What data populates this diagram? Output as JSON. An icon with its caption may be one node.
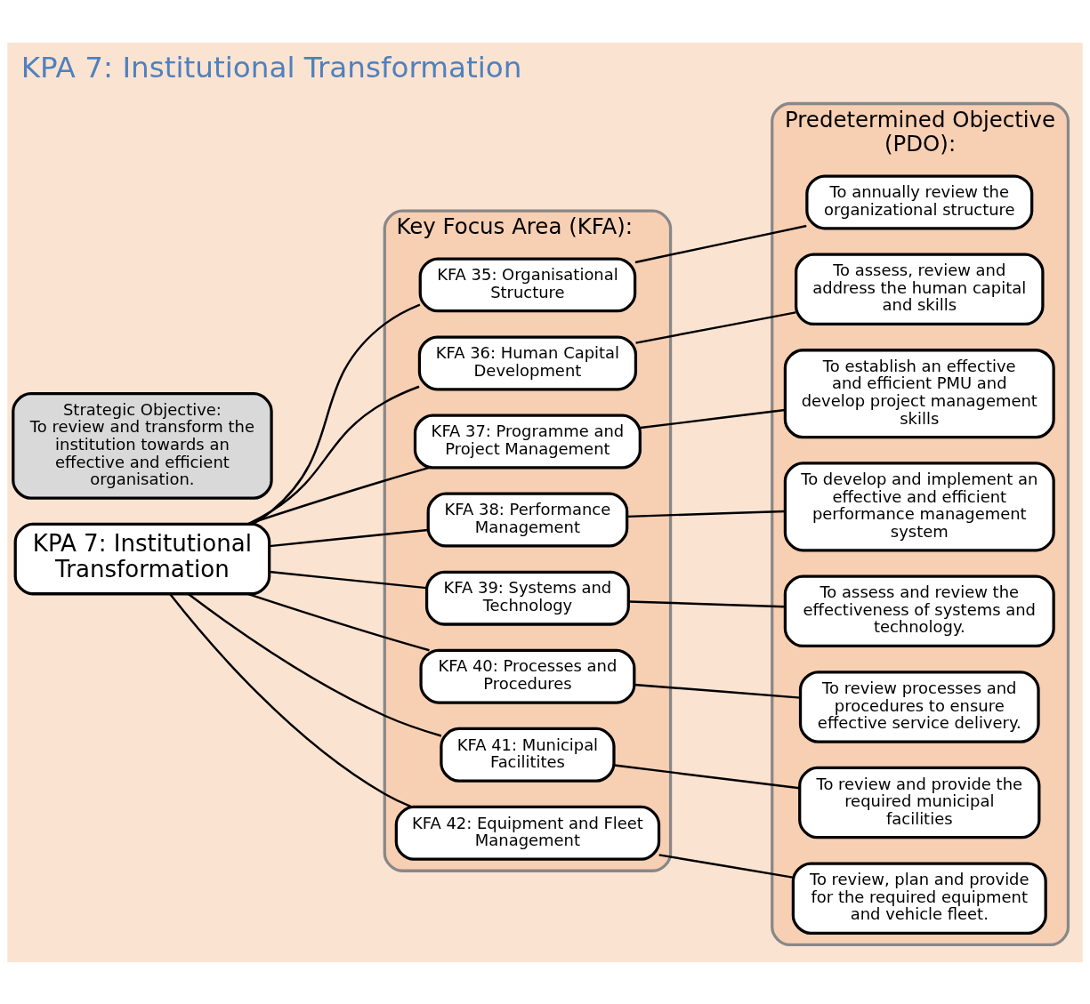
{
  "diagram": {
    "title": "KPA 7: Institutional Transformation",
    "nodes": [
      {
        "text": [
          "KPA 7: Institutional Transformation"
        ]
      },
      {
        "text": [
          "Key Focus Area (KFA):"
        ]
      },
      {
        "text": [
          "KFA 35: Organisational Structure"
        ],
        "in": 1
      },
      {
        "text": [
          "KFA 36: Human Capital Development"
        ],
        "in": 1
      },
      {
        "text": [
          "KFA 37: Programme and Project Management"
        ],
        "in": 1
      },
      {
        "text": [
          "KFA 38: Performance Management"
        ],
        "in": 1
      },
      {
        "text": [
          "KFA 39: Systems and Technology"
        ],
        "in": 1
      },
      {
        "text": [
          "KFA 40: Processes and Procedures"
        ],
        "in": 1
      },
      {
        "text": [
          "KFA 41: Municipal Facilitites"
        ],
        "in": 1
      },
      {
        "text": [
          "KFA 42: Equipment and Fleet Management"
        ],
        "in": 1
      },
      {
        "text": [
          "Predetermined Objective (PDO):"
        ]
      },
      {
        "text": [
          "To annually review the organizational structure"
        ],
        "in": 10
      },
      {
        "text": [
          "To assess, review and address the human capital and skills"
        ],
        "in": 10
      },
      {
        "text": [
          "To establish an effective and efficient PMU and develop project management skills"
        ],
        "in": 10
      },
      {
        "text": [
          "To develop and implement an effective and efficient performance management system"
        ],
        "in": 10
      },
      {
        "text": [
          "To assess and review the effectiveness of systems and technology."
        ],
        "in": 10
      },
      {
        "text": [
          "To review processes and procedures to ensure effective service delivery."
        ],
        "in": 10
      },
      {
        "text": [
          "To review and provide the required municipal facilities"
        ],
        "in": 10
      },
      {
        "text": [
          "To review, plan and provide for the required equipment and vehicle fleet."
        ],
        "in": 10
      },
      {
        "text": [
          "Strategic Objective:",
          "To review and transform the institution towards an effective and efficient organisation."
        ]
      }
    ],
    "edges": [
      {
        "from": 0,
        "to": 2,
        "arrow": "none"
      },
      {
        "from": 0,
        "to": 3,
        "arrow": "none"
      },
      {
        "from": 0,
        "to": 4,
        "arrow": "none"
      },
      {
        "from": 0,
        "to": 5,
        "arrow": "none"
      },
      {
        "from": 0,
        "to": 6,
        "arrow": "none"
      },
      {
        "from": 0,
        "to": 7,
        "arrow": "none"
      },
      {
        "from": 0,
        "to": 8,
        "arrow": "none"
      },
      {
        "from": 0,
        "to": 9,
        "arrow": "none"
      },
      {
        "from": 2,
        "to": 11,
        "arrow": "none"
      },
      {
        "from": 3,
        "to": 12,
        "arrow": "none"
      },
      {
        "from": 4,
        "to": 13,
        "arrow": "none"
      },
      {
        "from": 5,
        "to": 14,
        "arrow": "none"
      },
      {
        "from": 6,
        "to": 15,
        "arrow": "none"
      },
      {
        "from": 7,
        "to": 16,
        "arrow": "none"
      },
      {
        "from": 8,
        "to": 17,
        "arrow": "none"
      },
      {
        "from": 9,
        "to": 18,
        "arrow": "none"
      }
    ]
  }
}
